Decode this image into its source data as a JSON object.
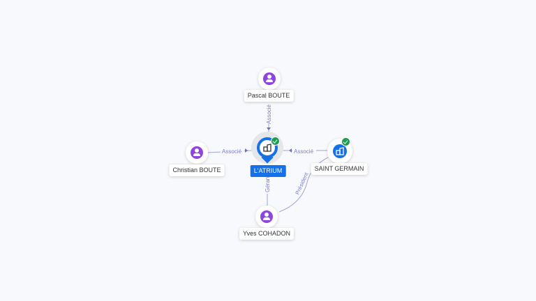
{
  "nodes": {
    "center": {
      "label": "L'ATRIUM"
    },
    "pascal": {
      "label": "Pascal BOUTE"
    },
    "christian": {
      "label": "Christian BOUTE"
    },
    "saint_germain": {
      "label": "SAINT GERMAIN"
    },
    "yves": {
      "label": "Yves COHADON"
    }
  },
  "edges": {
    "pascal_center": "Associé",
    "christian_center": "Associé",
    "saint_germain_center": "Associé",
    "yves_center": "Gérant",
    "yves_saint_germain": "Président"
  },
  "colors": {
    "person": "#8e44e0",
    "company": "#1670e8",
    "verified": "#1e9e52",
    "edge": "#a0a4c8",
    "edge_label": "#7b7fcf"
  }
}
